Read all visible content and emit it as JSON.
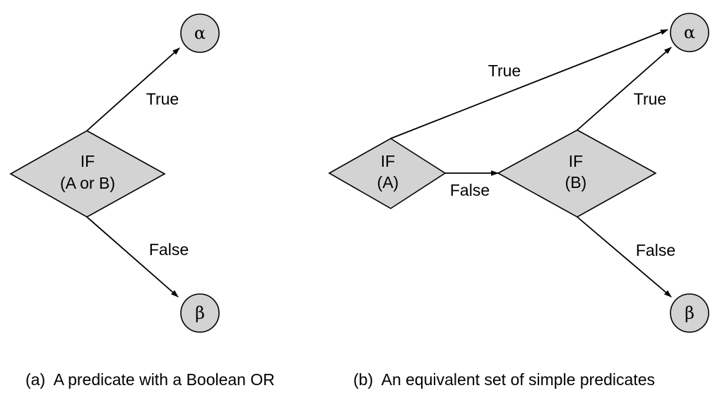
{
  "panel_a": {
    "decision_line1": "IF",
    "decision_line2": "(A or B)",
    "true_label": "True",
    "false_label": "False",
    "node_alpha": "α",
    "node_beta": "β",
    "caption": "(a)  A predicate with a Boolean OR"
  },
  "panel_b": {
    "decision_a_line1": "IF",
    "decision_a_line2": "(A)",
    "decision_b_line1": "IF",
    "decision_b_line2": "(B)",
    "true_label_top": "True",
    "true_label_b": "True",
    "false_label_ab": "False",
    "false_label_b": "False",
    "node_alpha": "α",
    "node_beta": "β",
    "caption": "(b)  An equivalent set of simple predicates"
  },
  "colors": {
    "node_fill": "#d3d3d3",
    "stroke": "#000000",
    "background": "#ffffff"
  }
}
